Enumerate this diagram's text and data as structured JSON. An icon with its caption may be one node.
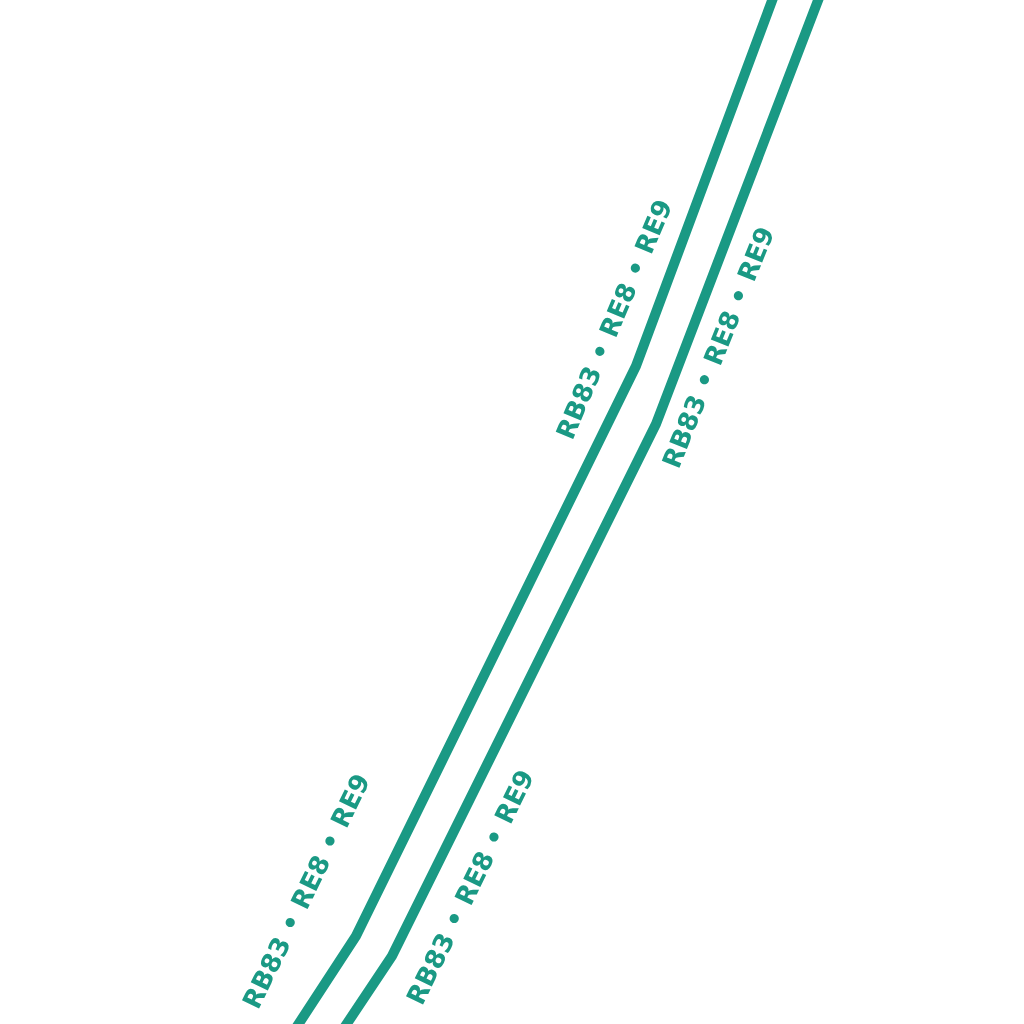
{
  "diagram": {
    "labels": [
      "RB83 • RE8 • RE9",
      "RB83 • RE8 • RE9",
      "RB83 • RE8 • RE9",
      "RB83 • RE8 • RE9"
    ]
  }
}
